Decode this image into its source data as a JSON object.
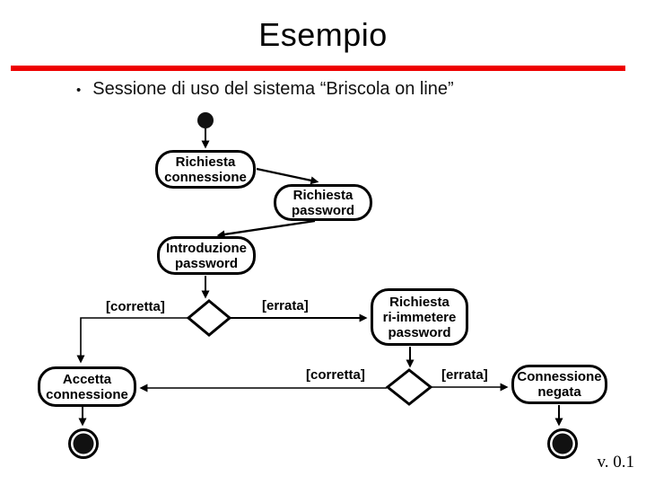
{
  "slide": {
    "title": "Esempio",
    "bullet_marker": "•",
    "bullet_text": "Sessione di uso del sistema “Briscola on line”",
    "version": "v. 0.1",
    "accent_color": "#ee0000"
  },
  "diagram": {
    "nodes": {
      "richiesta_connessione": {
        "lines": [
          "Richiesta",
          "connessione"
        ]
      },
      "richiesta_password": {
        "lines": [
          "Richiesta",
          "password"
        ]
      },
      "introduzione_password": {
        "lines": [
          "Introduzione",
          "password"
        ]
      },
      "accetta_connessione": {
        "lines": [
          "Accetta",
          "connessione"
        ]
      },
      "richiesta_riimmettere_password": {
        "lines": [
          "Richiesta",
          "ri-immetere",
          "password"
        ]
      },
      "connessione_negata": {
        "lines": [
          "Connessione",
          "negata"
        ]
      }
    },
    "guards": {
      "password_corretta": "[corretta]",
      "password_errata": "[errata]",
      "retry_corretta": "[corretta]",
      "retry_errata": "[errata]"
    }
  }
}
